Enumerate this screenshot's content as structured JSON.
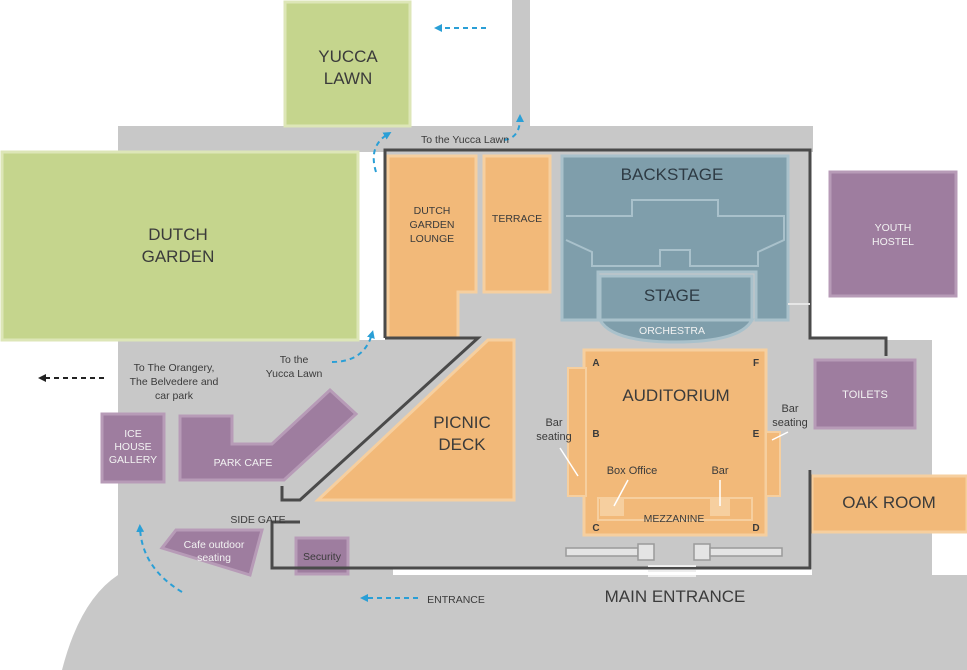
{
  "colors": {
    "ground": "#c8c8c8",
    "lawn": "#c5d58d",
    "lawn_edge": "#dde6b7",
    "venue": "#f2b979",
    "venue_edge": "#f6cf9f",
    "stage": "#7f9eab",
    "stage_edge": "#a9c1cb",
    "facility": "#9e7d9f",
    "facility_edge": "#b79bb7",
    "wall": "#4a4a4a",
    "arrow_blue": "#2a9fd6",
    "arrow_black": "#222222"
  },
  "areas": {
    "yucca_lawn": [
      "YUCCA",
      "LAWN"
    ],
    "dutch_garden": [
      "DUTCH",
      "GARDEN"
    ],
    "dutch_garden_lounge": [
      "DUTCH",
      "GARDEN",
      "LOUNGE"
    ],
    "terrace": "TERRACE",
    "backstage": "BACKSTAGE",
    "stage": "STAGE",
    "orchestra": "ORCHESTRA",
    "picnic_deck": [
      "PICNIC",
      "DECK"
    ],
    "auditorium": "AUDITORIUM",
    "mezzanine": "MEZZANINE",
    "box_office": "Box Office",
    "bar": "Bar",
    "bar_seating_left": [
      "Bar",
      "seating"
    ],
    "bar_seating_right": [
      "Bar",
      "seating"
    ],
    "youth_hostel": [
      "YOUTH",
      "HOSTEL"
    ],
    "toilets": "TOILETS",
    "oak_room": "OAK ROOM",
    "ice_house_gallery": [
      "ICE",
      "HOUSE",
      "GALLERY"
    ],
    "park_cafe": "PARK CAFE",
    "cafe_outdoor_seating": [
      "Cafe outdoor",
      "seating"
    ],
    "security": "Security"
  },
  "section_letters": [
    "A",
    "F",
    "B",
    "E",
    "C",
    "D"
  ],
  "directions": {
    "to_yucca_top": "To the Yucca Lawn",
    "to_yucca_side": [
      "To the",
      "Yucca Lawn"
    ],
    "to_orangery": [
      "To The Orangery,",
      "The Belvedere and",
      "car park"
    ],
    "side_gate": "SIDE GATE",
    "entrance": "ENTRANCE",
    "main_entrance": "MAIN ENTRANCE"
  }
}
